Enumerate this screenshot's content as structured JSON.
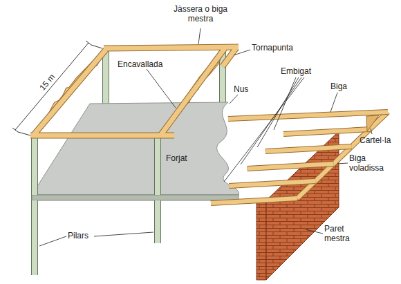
{
  "diagram": {
    "labels": [
      "Jàssera o biga mestra",
      "Tornapunta",
      "15 m",
      "Encavallada",
      "Nus",
      "Embigat",
      "Biga",
      "Cartel·la",
      "Biga voladissa",
      "Forjat",
      "Paret mestra",
      "Pilars"
    ]
  }
}
